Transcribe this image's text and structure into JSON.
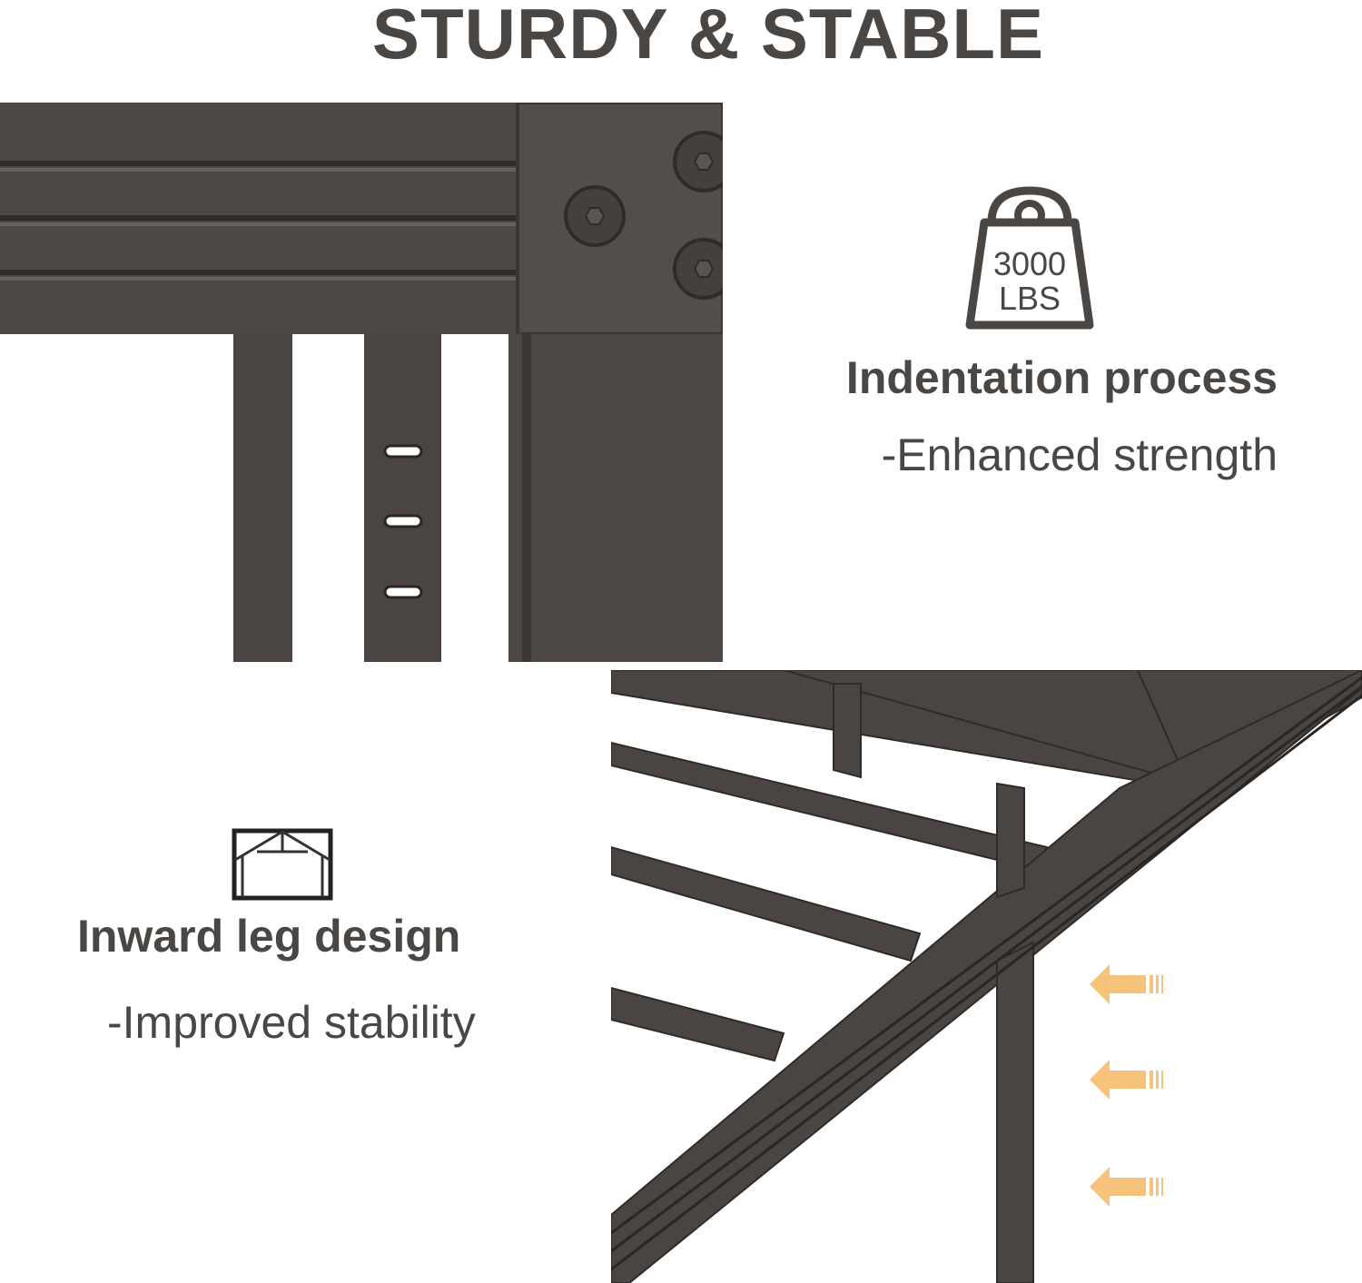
{
  "title": "STURDY & STABLE",
  "features": [
    {
      "heading": "Indentation process",
      "subtext": "-Enhanced strength",
      "icon": "weight-icon",
      "icon_text": [
        "3000",
        "LBS"
      ]
    },
    {
      "heading": "Inward leg design",
      "subtext": "-Improved stability",
      "icon": "house-frame-icon"
    }
  ],
  "colors": {
    "metal": "#4a4542",
    "text": "#4a4643",
    "arrow": "#f7c27a"
  }
}
